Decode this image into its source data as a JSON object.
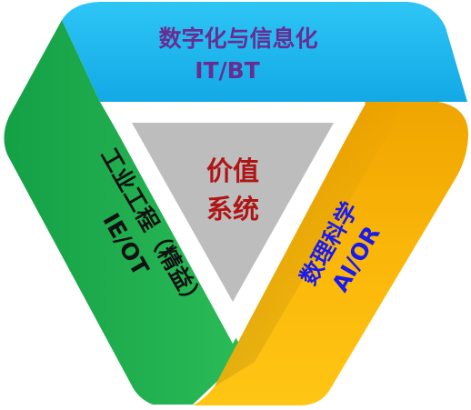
{
  "diagram": {
    "center": {
      "line1": "价值",
      "line2": "系统"
    },
    "segments": [
      {
        "id": "top",
        "title": "数字化与信息化",
        "subtitle": "IT/BT",
        "band_color": "#1bb6ee",
        "text_color": "#6a2c91"
      },
      {
        "id": "left",
        "title": "工业工程（精益）",
        "subtitle": "IE/OT",
        "band_color": "#1fae4f",
        "text_color": "#111111"
      },
      {
        "id": "right",
        "title": "数理科学",
        "subtitle": "AI/OR",
        "band_color": "#fcbf0d",
        "text_color": "#1a1aee"
      }
    ],
    "center_fill": "#bdbdbd",
    "center_text_color": "#b01515"
  }
}
